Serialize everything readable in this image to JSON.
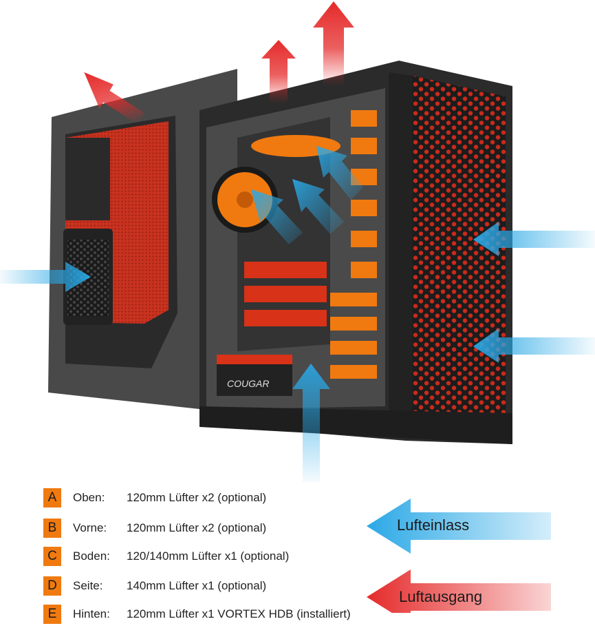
{
  "legend": [
    {
      "letter": "A",
      "position": "Oben:",
      "description": "120mm Lüfter x2 (optional)"
    },
    {
      "letter": "B",
      "position": "Vorne:",
      "description": "120mm Lüfter x2 (optional)"
    },
    {
      "letter": "C",
      "position": "Boden:",
      "description": "120/140mm Lüfter x1 (optional)"
    },
    {
      "letter": "D",
      "position": "Seite:",
      "description": "140mm Lüfter x1 (optional)"
    },
    {
      "letter": "E",
      "position": "Hinten:",
      "description": "120mm Lüfter x1 VORTEX HDB (installiert)"
    }
  ],
  "callouts": {
    "intake": "Lufteinlass",
    "exhaust": "Luftausgang"
  },
  "psu_brand": "COUGAR",
  "colors": {
    "intake": "#2aa8e6",
    "exhaust": "#e52a2a",
    "accent": "#f07a10",
    "case": "#2b2b2b"
  }
}
